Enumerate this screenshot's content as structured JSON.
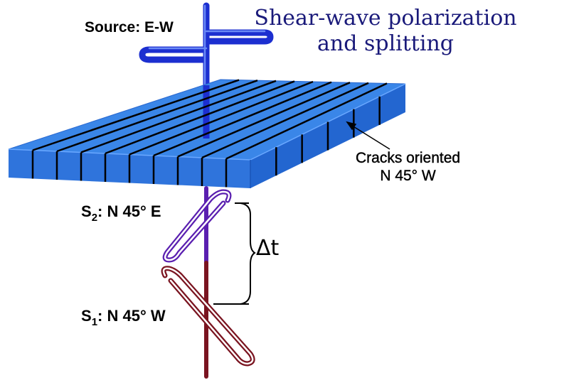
{
  "title": {
    "line1": "Shear-wave polarization",
    "line2": "and splitting"
  },
  "source_label": "Source:  E-W",
  "cracks_label": {
    "line1": "Cracks oriented",
    "line2": "N 45° W"
  },
  "s2_label": {
    "prefix": "S",
    "subscript": "2",
    "suffix": ": N 45° E"
  },
  "s1_label": {
    "prefix": "S",
    "subscript": "1",
    "suffix": ": N 45° W"
  },
  "delay_label": "Δt",
  "colors": {
    "slab_top": "#3a86e8",
    "slab_front": "#2f74dc",
    "slab_side": "#2a68cf",
    "source_wave": "#1c2fd0",
    "s2_wave": "#5a1fb0",
    "s1_wave": "#7a1420",
    "crack_lines": "#000000",
    "title": "#1a1a7a"
  }
}
